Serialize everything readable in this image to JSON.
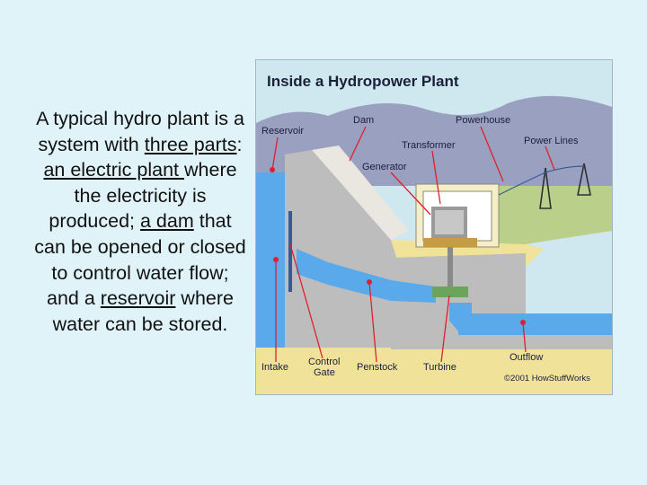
{
  "text": {
    "p1": "A typical hydro plant is a system with ",
    "u1": "three parts",
    "p2": ": ",
    "u2": "an electric plant ",
    "p3": "where the electricity is produced; ",
    "u3": "a dam",
    "p4": " that can be opened or closed to control water flow; and a ",
    "u4": "reservoir",
    "p5": " where water can be stored."
  },
  "diagram": {
    "title": "Inside a Hydropower Plant",
    "labels": {
      "reservoir": "Reservoir",
      "dam": "Dam",
      "powerhouse": "Powerhouse",
      "transformer": "Transformer",
      "power_lines": "Power Lines",
      "generator": "Generator",
      "intake": "Intake",
      "control_gate_1": "Control",
      "control_gate_2": "Gate",
      "penstock": "Penstock",
      "turbine": "Turbine",
      "outflow": "Outflow",
      "copyright": "©2001 HowStuffWorks"
    },
    "colors": {
      "sky": "#cfe7ef",
      "water": "#5aa9ea",
      "concrete": "#bdbdbd",
      "ground": "#f1e29a",
      "hills": "#9aa0c0",
      "pointer": "#e0202c"
    }
  }
}
